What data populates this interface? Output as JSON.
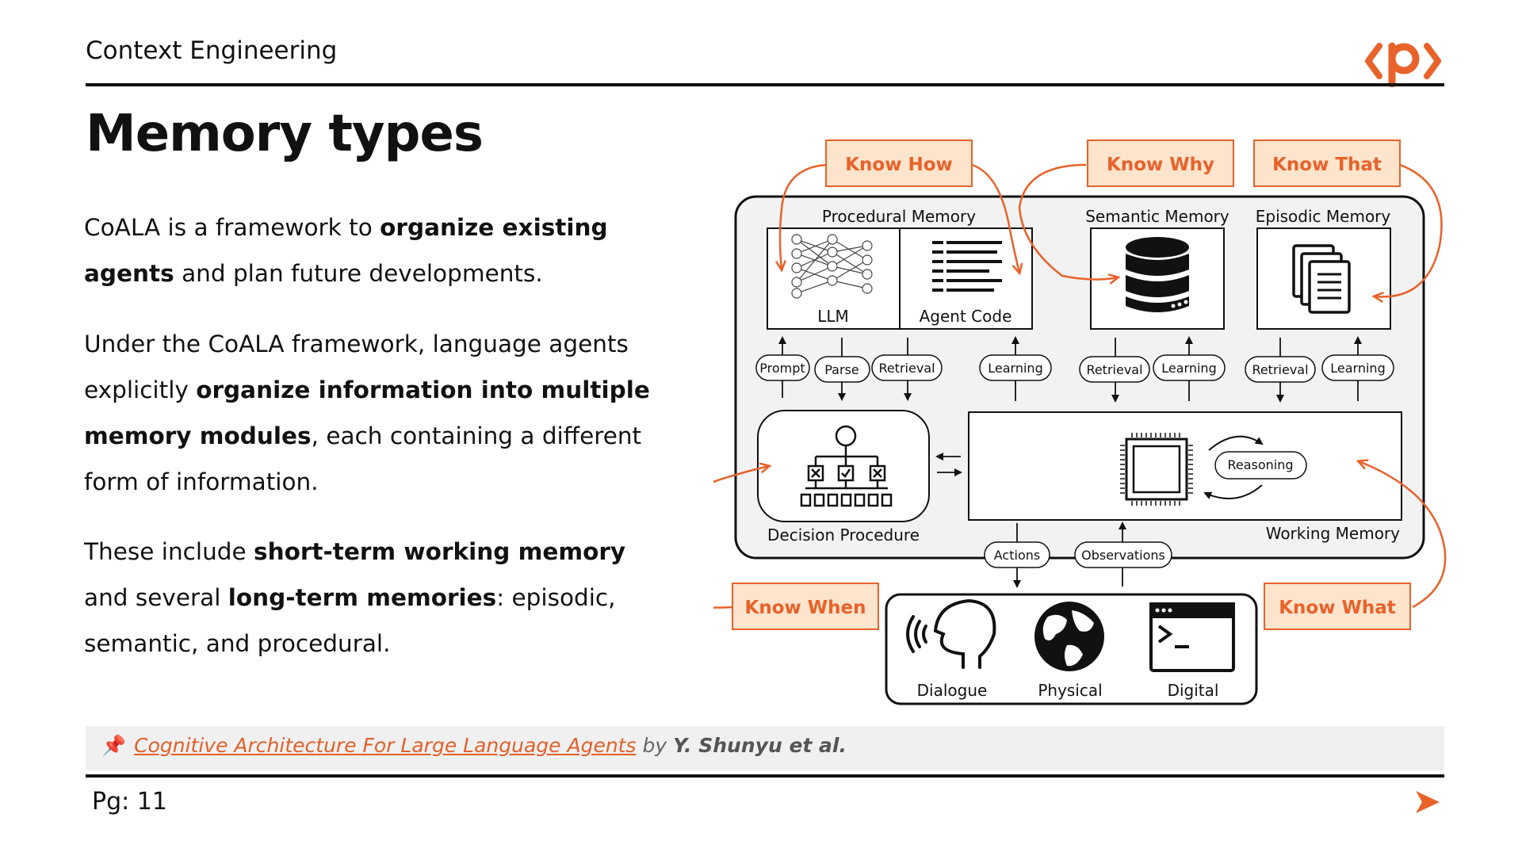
{
  "header": {
    "title": "Context Engineering",
    "logo": "packt-logo-icon"
  },
  "page_title": "Memory types",
  "paragraphs": {
    "p1": {
      "t1": "CoALA is a framework to ",
      "b1": "organize existing agents",
      "t2": " and plan future developments."
    },
    "p2": {
      "t1": "Under the CoALA framework, language agents explicitly ",
      "b1": "organize information into multiple memory modules",
      "t2": ", each containing a different form of information."
    },
    "p3": {
      "t1": "These include ",
      "b1": "short-term working memory",
      "t2": " and several ",
      "b2": "long-term memories",
      "t3": ": episodic, semantic, and procedural."
    }
  },
  "diagram": {
    "callouts": {
      "know_how": "Know How",
      "know_why": "Know Why",
      "know_that": "Know That",
      "know_when": "Know When",
      "know_what": "Know What"
    },
    "modules": {
      "procedural": "Procedural Memory",
      "llm": "LLM",
      "agent_code": "Agent Code",
      "semantic": "Semantic Memory",
      "episodic": "Episodic Memory",
      "decision": "Decision Procedure",
      "working": "Working Memory",
      "reasoning": "Reasoning"
    },
    "pills": {
      "prompt": "Prompt",
      "parse": "Parse",
      "retrieval": "Retrieval",
      "learning": "Learning",
      "actions": "Actions",
      "observations": "Observations"
    },
    "environments": {
      "dialogue": "Dialogue",
      "physical": "Physical",
      "digital": "Digital"
    },
    "accent_color": "#e8622a",
    "callout_fill": "#fde4cc"
  },
  "reference": {
    "icon": "pushpin-icon",
    "link_text": "Cognitive Architecture For Large Language Agents",
    "by": "by",
    "authors": "Y. Shunyu et al."
  },
  "footer": {
    "page_label": "Pg: 11",
    "next_icon": "chevron-right-icon"
  }
}
